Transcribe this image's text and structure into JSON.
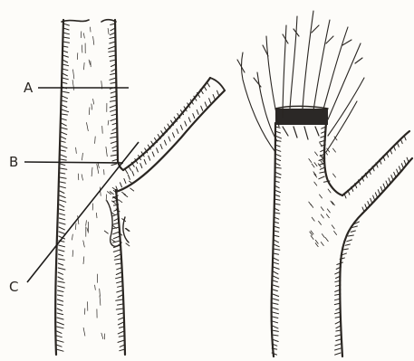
{
  "labels": {
    "a": "A",
    "b": "B",
    "c": "C"
  },
  "colors": {
    "ink": "#2a2622",
    "paper": "#fdfcf9",
    "cut_stub": "#2b2826"
  }
}
